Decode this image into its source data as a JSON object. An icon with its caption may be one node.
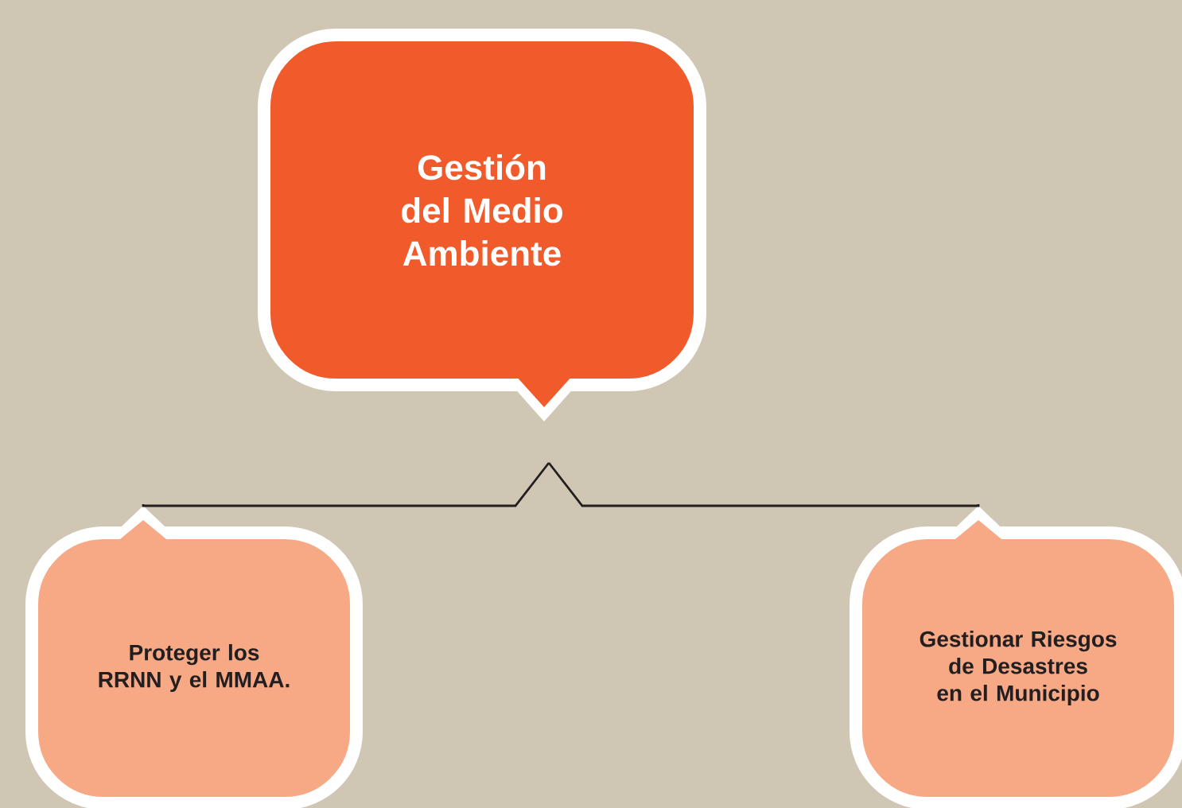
{
  "diagram": {
    "nodes": [
      {
        "text": [
          "Gestión del Medio Ambiente"
        ]
      },
      {
        "text": [
          "Proteger los RRNN y el MMAA."
        ]
      },
      {
        "text": [
          "Gestionar Riesgos de Desastres en el Municipio"
        ]
      }
    ],
    "edges": [
      {
        "from": 0,
        "to": 1,
        "arrow": "none"
      },
      {
        "from": 0,
        "to": 2,
        "arrow": "none"
      }
    ]
  }
}
